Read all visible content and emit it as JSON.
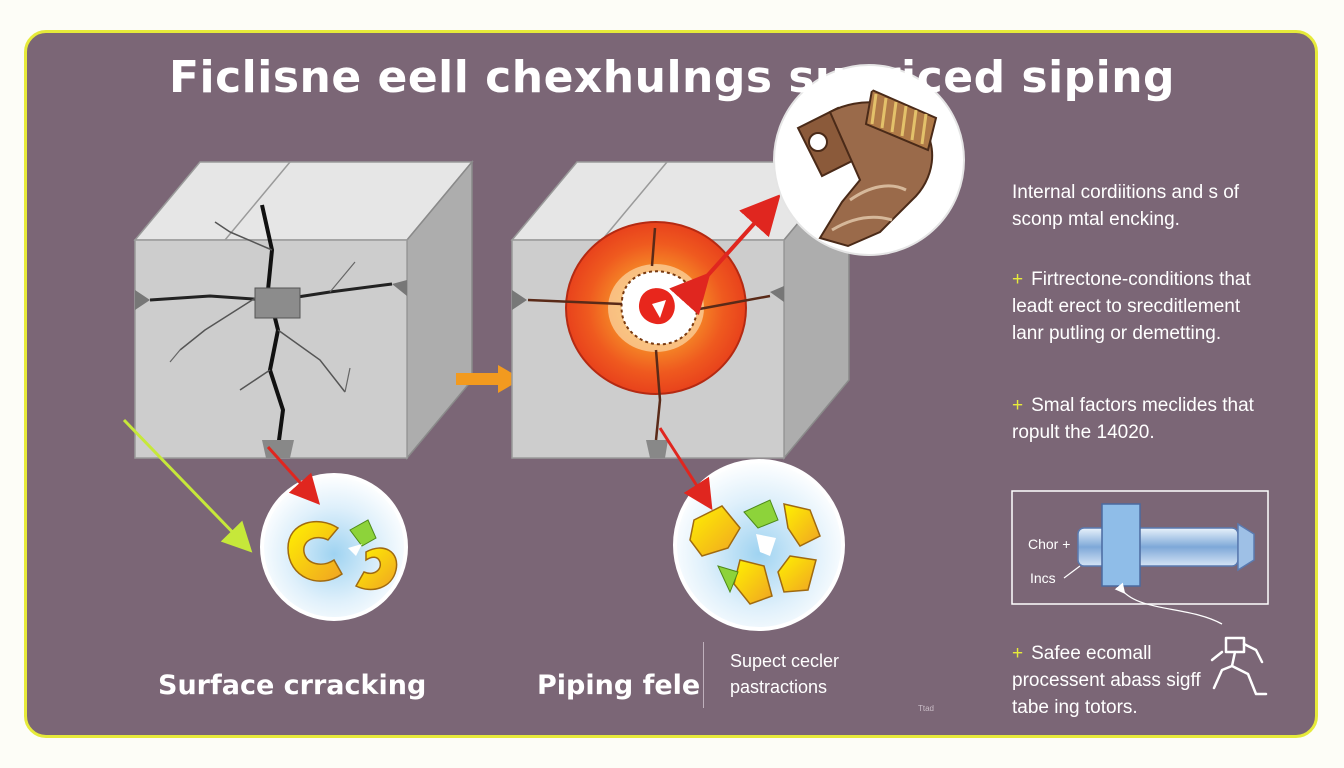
{
  "title": "Ficlisne eell chexhulngs supriced siping",
  "left_label": "Surface crracking",
  "middle_label": "Piping fele",
  "middle_note": [
    "Supect cecler",
    "pastractions"
  ],
  "side_intro": [
    "Internal cordiitions and s of",
    "sconp mtal encking."
  ],
  "side_items": [
    {
      "bullet": "+",
      "lines": [
        "Firtrectone-conditions that",
        "leadt erect to srecditlement",
        "lanr putling or demetting."
      ]
    },
    {
      "bullet": "+",
      "lines": [
        "Smal factors meclides that",
        "ropult the 14020."
      ]
    },
    {
      "bullet": "+",
      "lines": [
        "Safee ecomall",
        "processent abass sigff",
        "tabe ing totors."
      ]
    }
  ],
  "inset_labels": {
    "top": "Chor +",
    "bottom": "Incs"
  },
  "micro_text": "Ttad",
  "colors": {
    "panel": "#7b6676",
    "border": "#e6ea3a",
    "block": "#c9c9c9",
    "heat_outer": "#e8421c",
    "heat_inner": "#f79a2a",
    "arrow_red": "#e0261f",
    "arrow_orange": "#f29a1f",
    "arrow_lime": "#c6e83a"
  },
  "icons": [
    "cracked-block-icon",
    "overheated-block-icon",
    "pipe-fitting-icon",
    "fracture-magnifier-icon",
    "pipe-schematic-icon",
    "robot-walker-icon"
  ]
}
